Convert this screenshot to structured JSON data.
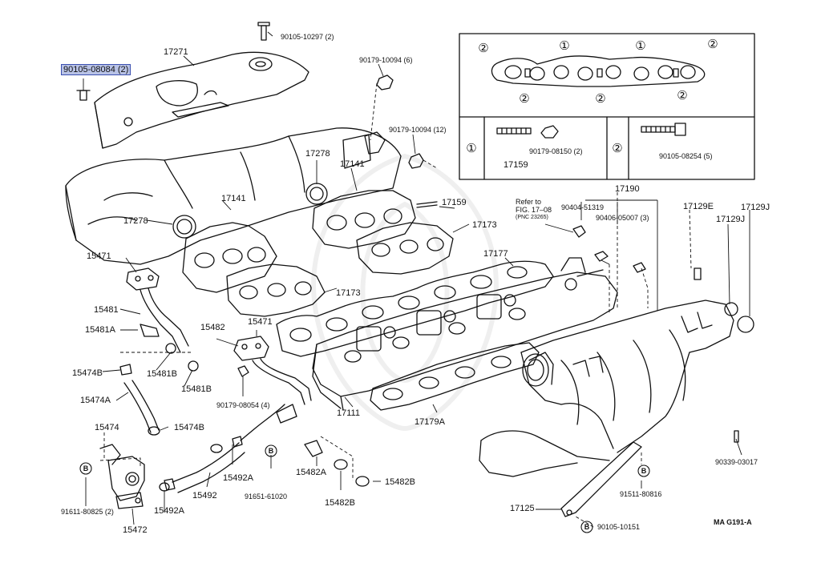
{
  "highlight_color": "#b8c2e6",
  "diagram_code": "MA G191-A",
  "refer_note": {
    "line1": "Refer to",
    "line2": "FIG. 17–08",
    "line3": "(PNC 23265)"
  },
  "inset": {
    "circle_labels": {
      "one": "①",
      "two": "②"
    },
    "parts": {
      "stud": "17159",
      "nut": "90179-08150 (2)",
      "bolt": "90105-08254 (5)"
    }
  },
  "labels": {
    "p90105_08084": "90105-08084 (2)",
    "p17271": "17271",
    "p90105_10297": "90105-10297 (2)",
    "p90179_10094_6": "90179-10094 (6)",
    "p90179_10094_12": "90179-10094 (12)",
    "p17278_a": "17278",
    "p17278_b": "17278",
    "p17141_a": "17141",
    "p17141_b": "17141",
    "p17159": "17159",
    "p17173_a": "17173",
    "p17173_b": "17173",
    "p17177": "17177",
    "p17190": "17190",
    "p90404_51319": "90404-51319",
    "p90406_05007": "90406-05007 (3)",
    "p17129E": "17129E",
    "p17129J_a": "17129J",
    "p17129J_b": "17129J",
    "p15471_a": "15471",
    "p15471_b": "15471",
    "p15481": "15481",
    "p15481A": "15481A",
    "p15481B_a": "15481B",
    "p15481B_b": "15481B",
    "p15482": "15482",
    "p15474B_a": "15474B",
    "p15474B_b": "15474B",
    "p15474A": "15474A",
    "p15474": "15474",
    "p90179_08054": "90179-08054 (4)",
    "p17111": "17111",
    "p17179A": "17179A",
    "p91611_80825": "91611-80825 (2)",
    "p15472": "15472",
    "p15492A_a": "15492A",
    "p15492A_b": "15492A",
    "p15492": "15492",
    "p91651_61020": "91651-61020",
    "p15482A": "15482A",
    "p15482B_a": "15482B",
    "p15482B_b": "15482B",
    "p17125": "17125",
    "p91511_80816": "91511-80816",
    "p90105_10151": "90105-10151",
    "p90339_03017": "90339-03017"
  }
}
